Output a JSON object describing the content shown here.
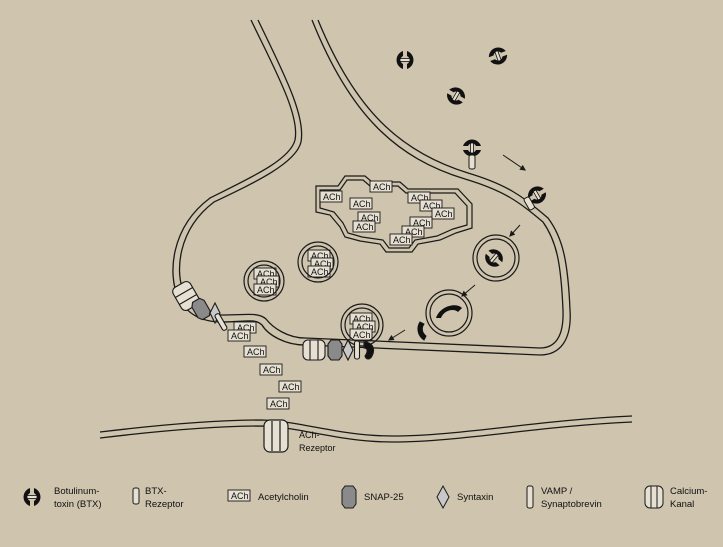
{
  "labels": {
    "ach": "ACh",
    "ach_receptor_line1": "ACh-",
    "ach_receptor_line2": "Rezeptor"
  },
  "legend": [
    {
      "icon": "botulinum-toxin-icon",
      "line1": "Botulinum-",
      "line2": "toxin (BTX)"
    },
    {
      "icon": "btx-receptor-icon",
      "line1": "BTX-",
      "line2": "Rezeptor"
    },
    {
      "icon": "acetylcholine-icon",
      "line1": "Acetylcholin",
      "line2": ""
    },
    {
      "icon": "snap25-icon",
      "line1": "SNAP-25",
      "line2": ""
    },
    {
      "icon": "syntaxin-icon",
      "line1": "Syntaxin",
      "line2": ""
    },
    {
      "icon": "vamp-icon",
      "line1": "VAMP /",
      "line2": "Synaptobrevin"
    },
    {
      "icon": "calcium-channel-icon",
      "line1": "Calcium-",
      "line2": "Kanal"
    }
  ],
  "colors": {
    "background": "#cfc4ad",
    "stroke": "#1a1a1a",
    "toxin": "#111111",
    "snap25": "#8a8a8a",
    "syntaxin": "#c8c8c8",
    "fill_light": "#e6e0d2"
  }
}
